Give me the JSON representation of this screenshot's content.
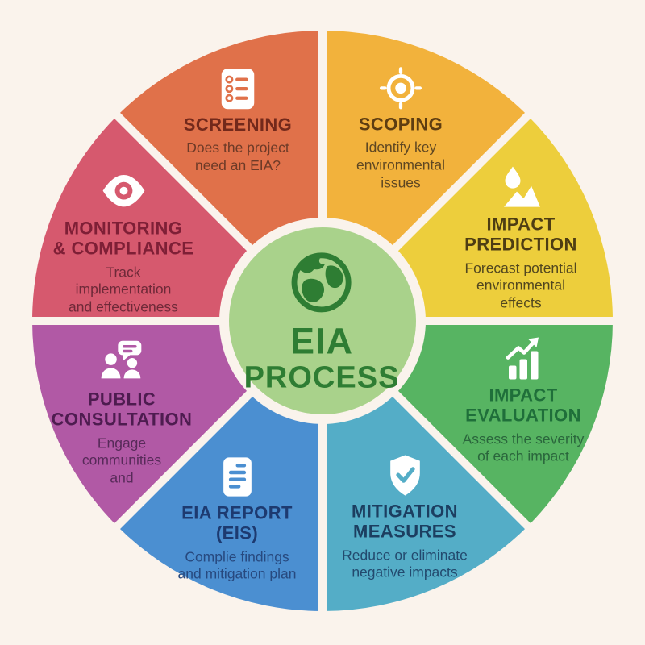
{
  "diagram_title": "EIA Process",
  "background_color": "#FAF3EC",
  "center": {
    "line1": "EIA",
    "line2": "PROCESS",
    "circle_color": "#A9D28B",
    "text_color": "#2E7D33",
    "icon": "globe-icon"
  },
  "segments": [
    {
      "id": "screening",
      "title": "SCREENING",
      "subtitle": "Does the project\nneed an EIA?",
      "color": "#E0714A",
      "title_color": "#73291B",
      "subtitle_color": "#6D3A27",
      "icon": "checklist-icon"
    },
    {
      "id": "scoping",
      "title": "SCOPING",
      "subtitle": "Identify key\nenvironmental\nissues",
      "color": "#F2B23C",
      "title_color": "#5E3D11",
      "subtitle_color": "#5F4722",
      "icon": "target-icon"
    },
    {
      "id": "impact-prediction",
      "title": "IMPACT\nPREDICTION",
      "subtitle": "Forecast potential\nenvironmental\neffects",
      "color": "#EDCE3C",
      "title_color": "#4E3D13",
      "subtitle_color": "#52471F",
      "icon": "droplet-mountain-icon"
    },
    {
      "id": "impact-evaluation",
      "title": "IMPACT\nEVALUATION",
      "subtitle": "Assess the severity\nof each impact",
      "color": "#57B462",
      "title_color": "#1F6F3A",
      "subtitle_color": "#2A663C",
      "icon": "bar-chart-icon"
    },
    {
      "id": "mitigation-measures",
      "title": "MITIGATION\nMEASURES",
      "subtitle": "Reduce or eliminate\nnegative impacts",
      "color": "#54ADC7",
      "title_color": "#1C3E60",
      "subtitle_color": "#234A6E",
      "icon": "shield-check-icon"
    },
    {
      "id": "eia-report",
      "title": "EIA REPORT\n(EIS)",
      "subtitle": "Complie findings\nand mitigation plan",
      "color": "#4B8FD1",
      "title_color": "#1D3A70",
      "subtitle_color": "#27497F",
      "icon": "document-icon"
    },
    {
      "id": "public-consultation",
      "title": "PUBLIC\nCONSULTATION",
      "subtitle": "Engage\ncommunities\nand",
      "color": "#B159A5",
      "title_color": "#4E1C50",
      "subtitle_color": "#572A59",
      "icon": "people-chat-icon"
    },
    {
      "id": "monitoring-compliance",
      "title": "MONITORING\n& COMPLIANCE",
      "subtitle": "Track\nimplementation\nand effectiveness",
      "color": "#D6596E",
      "title_color": "#7E1F36",
      "subtitle_color": "#6E2938",
      "icon": "eye-icon"
    }
  ]
}
